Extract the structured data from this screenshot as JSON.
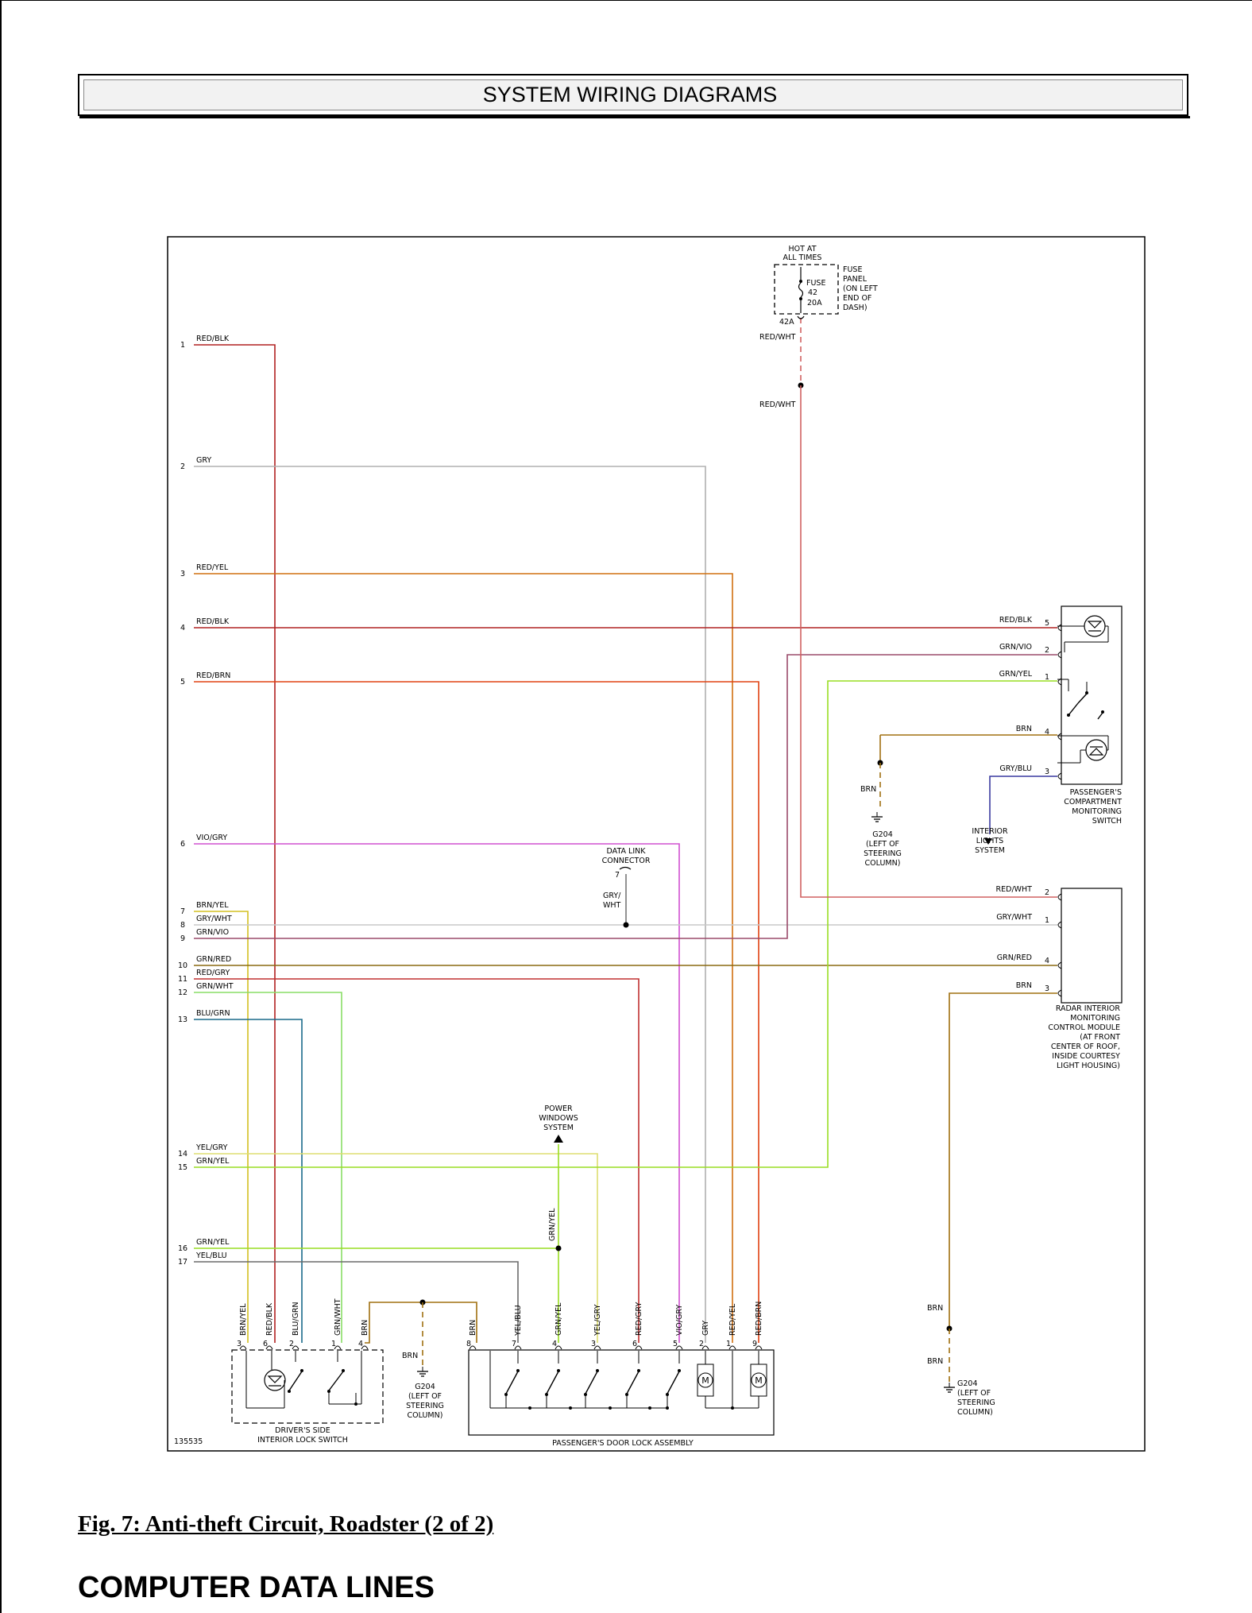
{
  "header": {
    "title": "SYSTEM WIRING DIAGRAMS"
  },
  "figure": {
    "caption": "Fig. 7: Anti-theft Circuit, Roadster (2 of 2)",
    "id": "135535"
  },
  "section": {
    "title": "COMPUTER DATA LINES"
  },
  "colors": {
    "RED/BLK": "#b02020",
    "GRY": "#b0b0b0",
    "RED/YEL": "#d07010",
    "RED/BRN": "#e04010",
    "VIO/GRY": "#d050d0",
    "BRN/YEL": "#d4c020",
    "GRY/WHT": "#c8c8c8",
    "GRN/VIO": "#9a4a6a",
    "GRN/RED": "#8a6a10",
    "RED/GRY": "#c03030",
    "GRN/WHT": "#88dd66",
    "BLU/GRN": "#1a6a8a",
    "YEL/GRY": "#dede70",
    "GRN/YEL": "#99dd22",
    "YEL/BLU": "#6a6a6a",
    "RED/WHT": "#d06060",
    "BRN": "#a07010",
    "GRY/BLU": "#3a3aa0"
  },
  "left_terminals": [
    {
      "pin": "1",
      "wire": "RED/BLK"
    },
    {
      "pin": "2",
      "wire": "GRY"
    },
    {
      "pin": "3",
      "wire": "RED/YEL"
    },
    {
      "pin": "4",
      "wire": "RED/BLK"
    },
    {
      "pin": "5",
      "wire": "RED/BRN"
    },
    {
      "pin": "6",
      "wire": "VIO/GRY"
    },
    {
      "pin": "7",
      "wire": "BRN/YEL"
    },
    {
      "pin": "8",
      "wire": "GRY/WHT"
    },
    {
      "pin": "9",
      "wire": "GRN/VIO"
    },
    {
      "pin": "10",
      "wire": "GRN/RED"
    },
    {
      "pin": "11",
      "wire": "RED/GRY"
    },
    {
      "pin": "12",
      "wire": "GRN/WHT"
    },
    {
      "pin": "13",
      "wire": "BLU/GRN"
    },
    {
      "pin": "14",
      "wire": "YEL/GRY"
    },
    {
      "pin": "15",
      "wire": "GRN/YEL"
    },
    {
      "pin": "16",
      "wire": "GRN/YEL"
    },
    {
      "pin": "17",
      "wire": "YEL/BLU"
    }
  ],
  "fuse": {
    "hot_label": [
      "HOT AT",
      "ALL TIMES"
    ],
    "fuse_label": [
      "FUSE",
      "42",
      "20A"
    ],
    "panel_label": [
      "FUSE",
      "PANEL",
      "(ON LEFT",
      "END OF",
      "DASH)"
    ],
    "terminal": "42A",
    "wire_top": "RED/WHT",
    "wire_bottom": "RED/WHT"
  },
  "passenger_compartment_switch": {
    "name": [
      "PASSENGER'S",
      "COMPARTMENT",
      "MONITORING",
      "SWITCH"
    ],
    "pins": [
      {
        "pin": "5",
        "wire": "RED/BLK"
      },
      {
        "pin": "2",
        "wire": "GRN/VIO"
      },
      {
        "pin": "1",
        "wire": "GRN/YEL"
      },
      {
        "pin": "4",
        "wire": "BRN"
      },
      {
        "pin": "3",
        "wire": "GRY/BLU"
      }
    ]
  },
  "ground_upper": {
    "wire": "BRN",
    "label": [
      "G204",
      "(LEFT OF",
      "STEERING",
      "COLUMN)"
    ]
  },
  "interior_lights": {
    "label": [
      "INTERIOR",
      "LIGHTS",
      "SYSTEM"
    ]
  },
  "data_link": {
    "label": [
      "DATA LINK",
      "CONNECTOR"
    ],
    "pin": "7",
    "wire": [
      "GRY/",
      "WHT"
    ]
  },
  "radar_module": {
    "name": [
      "RADAR INTERIOR",
      "MONITORING",
      "CONTROL MODULE",
      "(AT FRONT",
      "CENTER OF ROOF,",
      "INSIDE COURTESY",
      "LIGHT HOUSING)"
    ],
    "pins": [
      {
        "pin": "2",
        "wire": "RED/WHT"
      },
      {
        "pin": "1",
        "wire": "GRY/WHT"
      },
      {
        "pin": "4",
        "wire": "GRN/RED"
      },
      {
        "pin": "3",
        "wire": "BRN"
      }
    ]
  },
  "ground_right": {
    "wire_top": "BRN",
    "wire_bottom": "BRN",
    "label": [
      "G204",
      "(LEFT OF",
      "STEERING",
      "COLUMN)"
    ]
  },
  "power_windows": {
    "label": [
      "POWER",
      "WINDOWS",
      "SYSTEM"
    ],
    "wire": "GRN/YEL"
  },
  "driver_switch": {
    "name": [
      "DRIVER'S SIDE",
      "INTERIOR LOCK SWITCH"
    ],
    "pins": [
      {
        "pin": "3",
        "wire": "BRN/YEL"
      },
      {
        "pin": "6",
        "wire": "RED/BLK"
      },
      {
        "pin": "2",
        "wire": "BLU/GRN"
      },
      {
        "pin": "1",
        "wire": "GRN/WHT"
      },
      {
        "pin": "4",
        "wire": "BRN"
      }
    ]
  },
  "ground_bottom": {
    "wire": "BRN",
    "label": [
      "G204",
      "(LEFT OF",
      "STEERING",
      "COLUMN)"
    ]
  },
  "door_lock_assembly": {
    "name": "PASSENGER'S DOOR LOCK ASSEMBLY",
    "pins": [
      {
        "pin": "8",
        "wire": "BRN"
      },
      {
        "pin": "7",
        "wire": "YEL/BLU"
      },
      {
        "pin": "4",
        "wire": "GRN/YEL"
      },
      {
        "pin": "3",
        "wire": "YEL/GRY"
      },
      {
        "pin": "6",
        "wire": "RED/GRY"
      },
      {
        "pin": "5",
        "wire": "VIO/GRY"
      },
      {
        "pin": "2",
        "wire": "GRY"
      },
      {
        "pin": "1",
        "wire": "RED/YEL"
      },
      {
        "pin": "9",
        "wire": "RED/BRN"
      }
    ],
    "motor_symbol": "M"
  }
}
